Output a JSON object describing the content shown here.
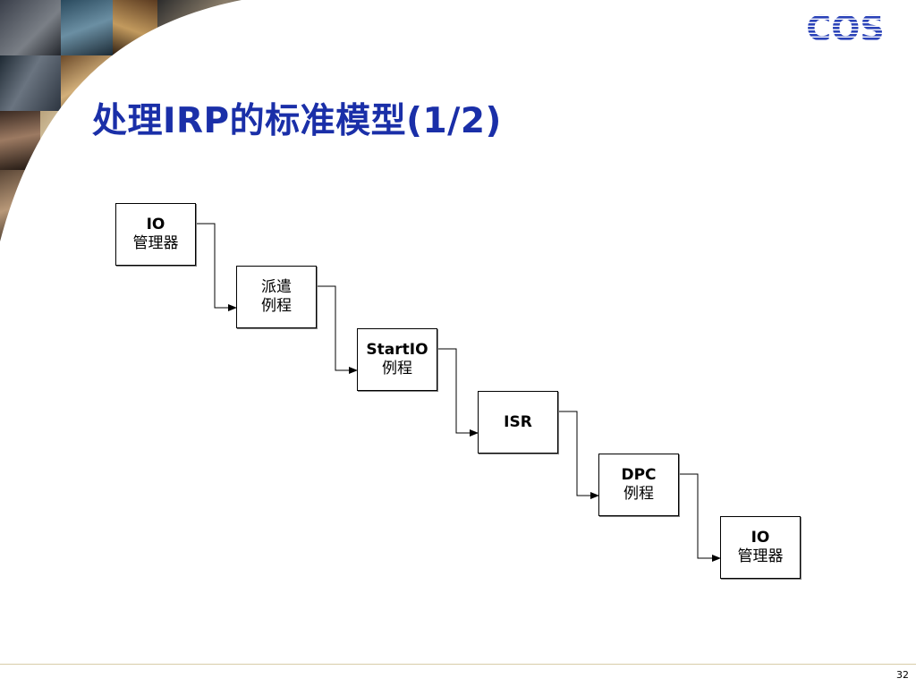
{
  "slide": {
    "title": "处理IRP的标准模型(1/2)",
    "page_number": "32",
    "logo_text": "COS"
  },
  "diagram": {
    "nodes": [
      {
        "id": "io-manager-top",
        "line1": "IO",
        "line2": "管理器"
      },
      {
        "id": "dispatch-routine",
        "line1": "派遣",
        "line2": "例程"
      },
      {
        "id": "startio-routine",
        "line1": "StartIO",
        "line2": "例程"
      },
      {
        "id": "isr",
        "line1": "ISR",
        "line2": ""
      },
      {
        "id": "dpc-routine",
        "line1": "DPC",
        "line2": "例程"
      },
      {
        "id": "io-manager-bottom",
        "line1": "IO",
        "line2": "管理器"
      }
    ],
    "edges": [
      {
        "from": "io-manager-top",
        "to": "dispatch-routine"
      },
      {
        "from": "dispatch-routine",
        "to": "startio-routine"
      },
      {
        "from": "startio-routine",
        "to": "isr"
      },
      {
        "from": "isr",
        "to": "dpc-routine"
      },
      {
        "from": "dpc-routine",
        "to": "io-manager-bottom"
      }
    ]
  },
  "colors": {
    "title": "#1a2fa8",
    "logo": "#2b43b8",
    "box_border": "#000000",
    "arrow": "#000000",
    "footer_rule": "#d8cda8"
  }
}
